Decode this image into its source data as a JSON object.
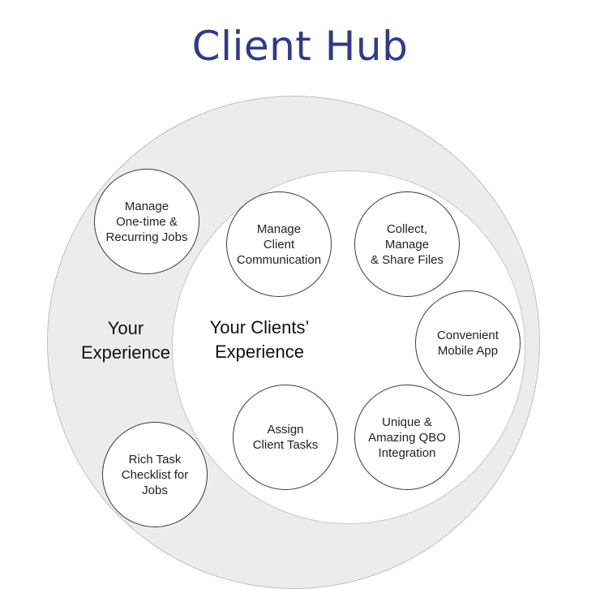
{
  "title": "Client Hub",
  "zones": {
    "outer_label": "Your\nExperience",
    "inner_label": "Your Clients’\nExperience"
  },
  "outer_nodes": [
    {
      "label": "Manage\nOne-time &\nRecurring Jobs"
    },
    {
      "label": "Rich Task\nChecklist for\nJobs"
    }
  ],
  "inner_nodes": [
    {
      "label": "Manage\nClient\nCommunication"
    },
    {
      "label": "Collect,\nManage\n& Share Files"
    },
    {
      "label": "Convenient\nMobile App"
    },
    {
      "label": "Assign\nClient Tasks"
    },
    {
      "label": "Unique &\nAmazing QBO\nIntegration"
    }
  ],
  "colors": {
    "title": "#2f3b8a",
    "outer_fill": "#ececec",
    "inner_fill": "#ffffff",
    "node_stroke": "#3a3a3a"
  }
}
